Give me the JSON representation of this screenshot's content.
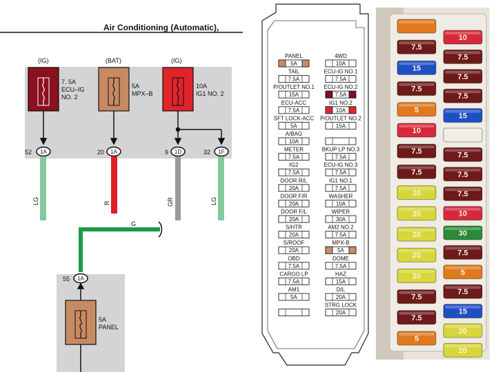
{
  "diagram": {
    "title": "Air Conditioning (Automatic),",
    "top_fuses": [
      {
        "source": "(IG)",
        "rating": "7. 5A",
        "name1": "ECU–IG",
        "name2": "NO. 2",
        "pin": "52",
        "conn": "1A",
        "wire": "LG",
        "color": "#8b1020"
      },
      {
        "source": "(BAT)",
        "rating": "5A",
        "name1": "MPX–B",
        "name2": "",
        "pin": "20",
        "conn": "1A",
        "wire": "R",
        "color": "#c88a63"
      },
      {
        "source": "(IG)",
        "rating": "10A",
        "name1": "IG1 NO. 2",
        "name2": "",
        "pin": "9",
        "conn": "1D",
        "wire": "GR",
        "color": "#e0242c"
      }
    ],
    "branch": {
      "pin": "32",
      "conn": "1F",
      "wire": "LG"
    },
    "bottom_wire": "G",
    "bottom_fuse": {
      "pin": "55",
      "conn": "1A",
      "rating": "5A",
      "name": "PANEL"
    }
  },
  "fuse_box": {
    "left_column": [
      {
        "label": "PANEL",
        "value": "5A"
      },
      {
        "label": "TAIL",
        "value": "7.5A"
      },
      {
        "label": "P/OUTLET NO.1",
        "value": "15A"
      },
      {
        "label": "ECU-ACC",
        "value": "7.5A"
      },
      {
        "label": "SFT LOCK-ACC",
        "value": "5A"
      },
      {
        "label": "A/BAG",
        "value": "10A"
      },
      {
        "label": "METER",
        "value": "7.5A"
      },
      {
        "label": "IG2",
        "value": "7.5A"
      },
      {
        "label": "DOOR R/L",
        "value": "20A"
      },
      {
        "label": "DOOR F/R",
        "value": "20A"
      },
      {
        "label": "DOOR F/L",
        "value": "20A"
      },
      {
        "label": "S/HTR",
        "value": "20A"
      },
      {
        "label": "S/ROOF",
        "value": "20A"
      },
      {
        "label": "OBD",
        "value": "7.5A"
      },
      {
        "label": "CARGO LP",
        "value": "7.5A"
      },
      {
        "label": "AM1",
        "value": "5A"
      },
      {
        "label": "",
        "value": ""
      }
    ],
    "right_column": [
      {
        "label": "4WD",
        "value": "10A"
      },
      {
        "label": "ECU-IG NO.1",
        "value": "7.5A"
      },
      {
        "label": "ECU-IG NO.2",
        "value": "7.5A"
      },
      {
        "label": "IG1 NO.2",
        "value": "10A"
      },
      {
        "label": "P/OUTLET NO.2",
        "value": "15A"
      },
      {
        "label": "",
        "value": ""
      },
      {
        "label": "BKUP LP NO.3",
        "value": "7.5A"
      },
      {
        "label": "ECU-IG NO.3",
        "value": "7.5A"
      },
      {
        "label": "IG1 NO.1",
        "value": "7.5A"
      },
      {
        "label": "WASHER",
        "value": "10A"
      },
      {
        "label": "WIPER",
        "value": "30A"
      },
      {
        "label": "AM2 NO.2",
        "value": "7.5A"
      },
      {
        "label": "MPX-B",
        "value": "5A"
      },
      {
        "label": "DOME",
        "value": "7.5A"
      },
      {
        "label": "HAZ",
        "value": "15A"
      },
      {
        "label": "D/L",
        "value": "20A"
      },
      {
        "label": "STRG LOCK",
        "value": "20A"
      }
    ],
    "highlight": {
      "PANEL": "#c98a66",
      "ECU-IG NO.2": "#7a1020",
      "IG1 NO.2": "#e0242c",
      "MPX-B": "#c98a66"
    }
  },
  "photo": {
    "left_fuses": [
      {
        "label": "",
        "color": "#e07a1f"
      },
      {
        "label": "7.5",
        "color": "#6e1a1a"
      },
      {
        "label": "15",
        "color": "#1f4fc4"
      },
      {
        "label": "7.5",
        "color": "#6e1a1a"
      },
      {
        "label": "5",
        "color": "#e07a1f"
      },
      {
        "label": "10",
        "color": "#d62a3a"
      },
      {
        "label": "7.5",
        "color": "#6e1a1a"
      },
      {
        "label": "7.5",
        "color": "#6e1a1a"
      },
      {
        "label": "20",
        "color": "#d8d63a"
      },
      {
        "label": "20",
        "color": "#d8d63a"
      },
      {
        "label": "20",
        "color": "#d8d63a"
      },
      {
        "label": "20",
        "color": "#d8d63a"
      },
      {
        "label": "20",
        "color": "#d8d63a"
      },
      {
        "label": "7.5",
        "color": "#6e1a1a"
      },
      {
        "label": "7.5",
        "color": "#6e1a1a"
      },
      {
        "label": "5",
        "color": "#e07a1f"
      }
    ],
    "right_fuses": [
      {
        "label": "10",
        "color": "#d62a3a"
      },
      {
        "label": "7.5",
        "color": "#6e1a1a"
      },
      {
        "label": "7.5",
        "color": "#6e1a1a"
      },
      {
        "label": "7.5",
        "color": "#6e1a1a"
      },
      {
        "label": "15",
        "color": "#1f4fc4"
      },
      {
        "label": "",
        "color": "#f0ede6"
      },
      {
        "label": "7.5",
        "color": "#6e1a1a"
      },
      {
        "label": "7.5",
        "color": "#6e1a1a"
      },
      {
        "label": "7.5",
        "color": "#6e1a1a"
      },
      {
        "label": "10",
        "color": "#d62a3a"
      },
      {
        "label": "30",
        "color": "#2b8a3a"
      },
      {
        "label": "7.5",
        "color": "#6e1a1a"
      },
      {
        "label": "5",
        "color": "#e07a1f"
      },
      {
        "label": "7.5",
        "color": "#6e1a1a"
      },
      {
        "label": "15",
        "color": "#1f4fc4"
      },
      {
        "label": "20",
        "color": "#d8d63a"
      },
      {
        "label": "20",
        "color": "#d8d63a"
      }
    ]
  }
}
